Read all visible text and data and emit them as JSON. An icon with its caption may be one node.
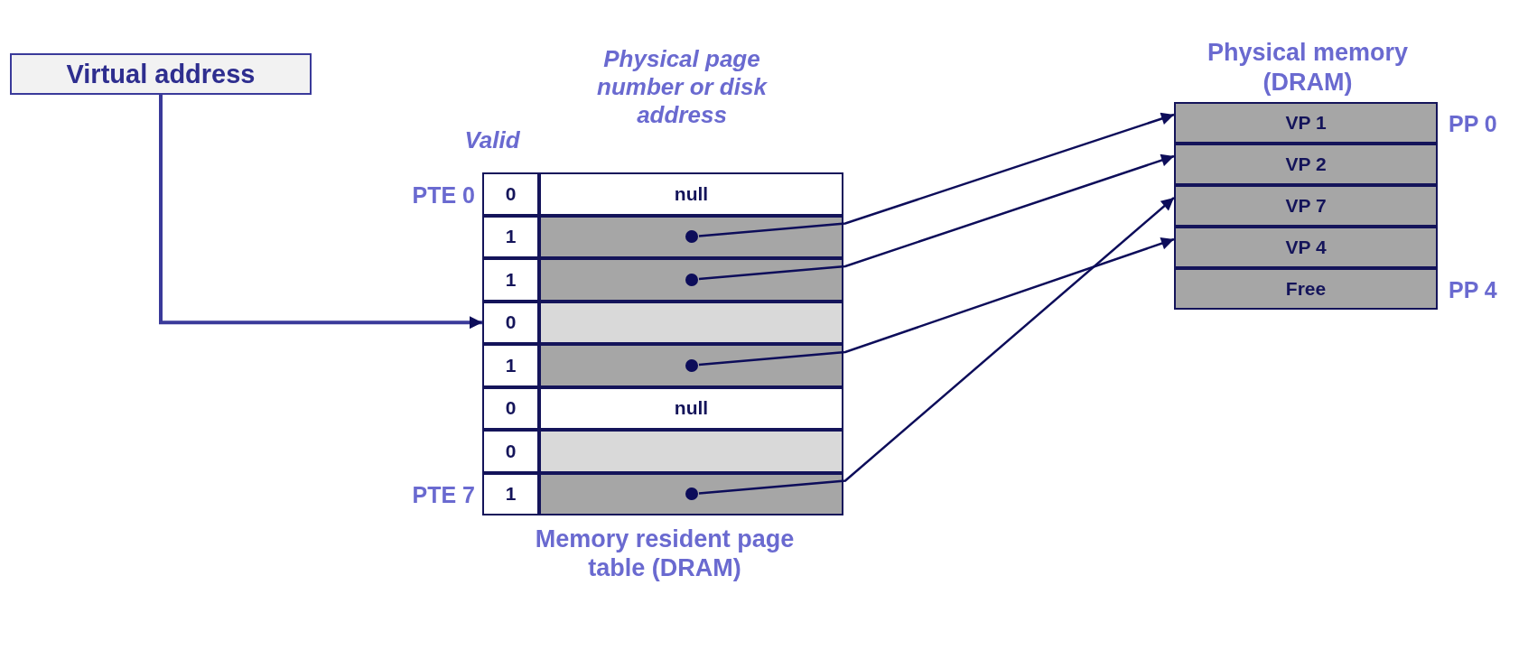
{
  "diagram": {
    "nodes": [
      {
        "text": [
          "Virtual address"
        ]
      },
      {
        "text": [
          "Memory resident page table (DRAM)"
        ]
      },
      {
        "text": [
          "0"
        ],
        "in": 1,
        "beside": [
          "PTE 0"
        ]
      },
      {
        "text": [
          "null"
        ],
        "in": 1
      },
      {
        "text": [
          "1"
        ],
        "in": 1
      },
      {
        "text": [],
        "shape": "box",
        "in": 1
      },
      {
        "text": [],
        "shape": "circle",
        "in": 5
      },
      {
        "text": [
          "1"
        ],
        "in": 1
      },
      {
        "text": [],
        "shape": "box",
        "in": 1
      },
      {
        "text": [],
        "shape": "circle",
        "in": 8
      },
      {
        "text": [
          "0"
        ],
        "in": 1
      },
      {
        "text": [],
        "shape": "box",
        "in": 1
      },
      {
        "text": [
          "1"
        ],
        "in": 1
      },
      {
        "text": [],
        "shape": "box",
        "in": 1
      },
      {
        "text": [],
        "shape": "circle",
        "in": 13
      },
      {
        "text": [
          "0"
        ],
        "in": 1
      },
      {
        "text": [
          "null"
        ],
        "in": 1
      },
      {
        "text": [
          "0"
        ],
        "in": 1
      },
      {
        "text": [],
        "shape": "box",
        "in": 1
      },
      {
        "text": [
          "1"
        ],
        "in": 1,
        "beside": [
          "PTE 7"
        ]
      },
      {
        "text": [],
        "shape": "box",
        "in": 1
      },
      {
        "text": [],
        "shape": "circle",
        "in": 20
      },
      {
        "text": [
          "Physical memory (DRAM)"
        ]
      },
      {
        "text": [
          "VP 1"
        ],
        "in": 22,
        "beside": [
          "PP 0"
        ]
      },
      {
        "text": [
          "VP 2"
        ],
        "in": 22
      },
      {
        "text": [
          "VP 7"
        ],
        "in": 22
      },
      {
        "text": [
          "VP 4"
        ],
        "in": 22
      },
      {
        "text": [
          "Free"
        ],
        "in": 22,
        "beside": [
          "PP 4"
        ]
      }
    ],
    "edges": [
      {
        "from": 0,
        "to": 10,
        "arrow": "to"
      },
      {
        "from": 6,
        "to": 23,
        "arrow": "to"
      },
      {
        "from": 9,
        "to": 24,
        "arrow": "to"
      },
      {
        "from": 14,
        "to": 26,
        "arrow": "to"
      },
      {
        "from": 21,
        "to": 25,
        "arrow": "to"
      }
    ],
    "labels": [
      "Valid",
      "Physical page number or disk address"
    ]
  }
}
